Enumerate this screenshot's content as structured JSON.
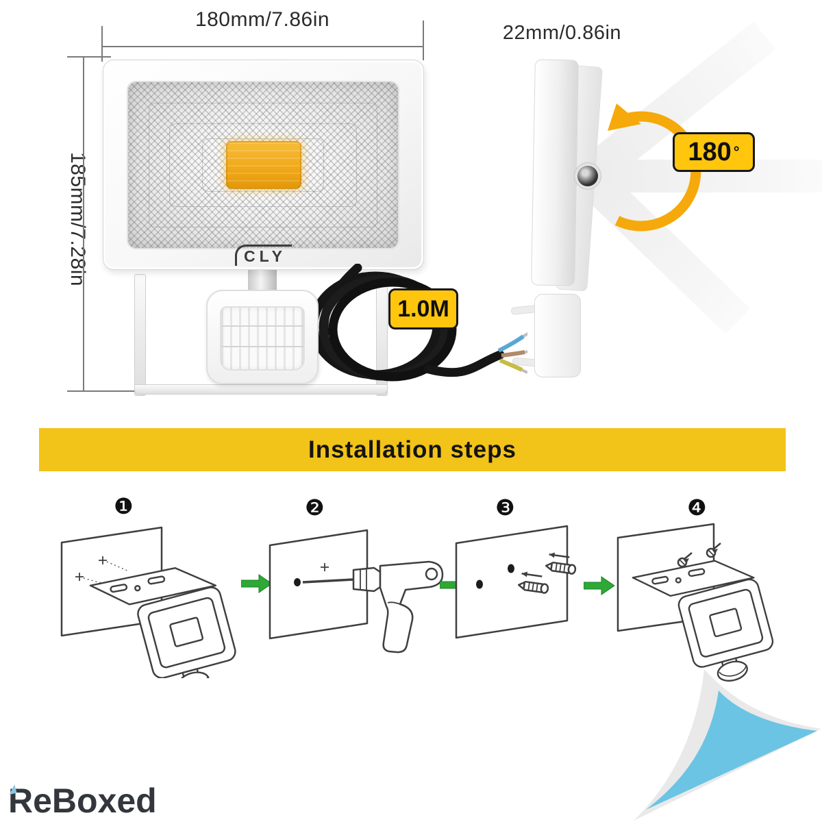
{
  "colors": {
    "accent_yellow": "#FFC60D",
    "banner_yellow": "#F2C318",
    "arrow_green": "#2EA836",
    "curl_blue": "#6BC4E3",
    "cob_orange": "#EDA313",
    "line_art": "#3F3F3F",
    "logo_dark": "#33373D"
  },
  "front_view": {
    "width_label": "180mm/7.86in",
    "height_label": "185mm/7.28in",
    "brand": "CLY",
    "cable_length_badge": "1.0M"
  },
  "side_view": {
    "depth_label": "22mm/0.86in",
    "rotation_badge": {
      "value": "180",
      "unit": "°"
    }
  },
  "banner": {
    "title": "Installation steps"
  },
  "steps": [
    {
      "number": "❶"
    },
    {
      "number": "❷"
    },
    {
      "number": "❸"
    },
    {
      "number": "❹"
    }
  ],
  "watermark": {
    "brand": "ReBoxed"
  }
}
